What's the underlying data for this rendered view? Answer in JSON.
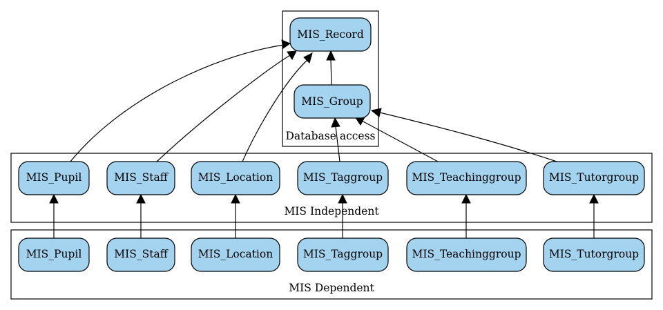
{
  "diagram": {
    "colors": {
      "node_fill": "#a3d3ee",
      "stroke": "#000000",
      "background": "#ffffff"
    },
    "clusters": {
      "database_access": "Database access",
      "mis_independent": "MIS Independent",
      "mis_dependent": "MIS Dependent"
    },
    "database_nodes": {
      "record": "MIS_Record",
      "group": "MIS_Group"
    },
    "independent_nodes": {
      "pupil": "MIS_Pupil",
      "staff": "MIS_Staff",
      "location": "MIS_Location",
      "taggroup": "MIS_Taggroup",
      "teachinggroup": "MIS_Teachinggroup",
      "tutorgroup": "MIS_Tutorgroup"
    },
    "dependent_nodes": {
      "pupil": "MIS_Pupil",
      "staff": "MIS_Staff",
      "location": "MIS_Location",
      "taggroup": "MIS_Taggroup",
      "teachinggroup": "MIS_Teachinggroup",
      "tutorgroup": "MIS_Tutorgroup"
    },
    "edges": [
      {
        "from": "independent.pupil",
        "to": "database.record"
      },
      {
        "from": "independent.staff",
        "to": "database.record"
      },
      {
        "from": "independent.location",
        "to": "database.record"
      },
      {
        "from": "database.group",
        "to": "database.record"
      },
      {
        "from": "independent.taggroup",
        "to": "database.group"
      },
      {
        "from": "independent.teachinggroup",
        "to": "database.group"
      },
      {
        "from": "independent.tutorgroup",
        "to": "database.group"
      },
      {
        "from": "dependent.pupil",
        "to": "independent.pupil"
      },
      {
        "from": "dependent.staff",
        "to": "independent.staff"
      },
      {
        "from": "dependent.location",
        "to": "independent.location"
      },
      {
        "from": "dependent.taggroup",
        "to": "independent.taggroup"
      },
      {
        "from": "dependent.teachinggroup",
        "to": "independent.teachinggroup"
      },
      {
        "from": "dependent.tutorgroup",
        "to": "independent.tutorgroup"
      }
    ]
  }
}
